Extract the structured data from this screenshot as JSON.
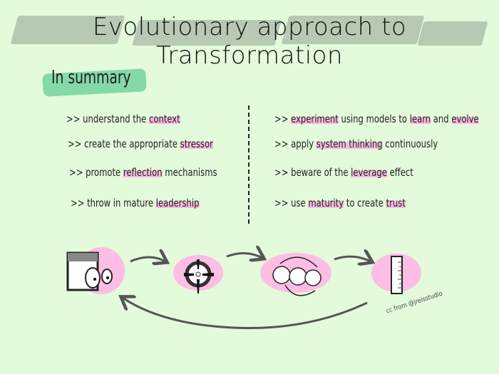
{
  "title": "Evolutionary approach to Transformation",
  "subtitle": "In summary",
  "left_items": [
    [
      {
        "t": ">> understand the ",
        "h": false
      },
      {
        "t": "context",
        "h": true
      }
    ],
    [
      {
        "t": ">> create the appropriate ",
        "h": false
      },
      {
        "t": "stressor",
        "h": true
      }
    ],
    [
      {
        "t": ">> promote ",
        "h": false
      },
      {
        "t": "reflection",
        "h": true
      },
      {
        "t": " mechanisms",
        "h": false
      }
    ],
    [
      {
        "t": ">> throw in mature ",
        "h": false
      },
      {
        "t": "leadership",
        "h": true
      }
    ]
  ],
  "right_items": [
    [
      {
        "t": ">> ",
        "h": false
      },
      {
        "t": "experiment",
        "h": true
      },
      {
        "t": " using models to ",
        "h": false
      },
      {
        "t": "learn",
        "h": true
      },
      {
        "t": " and ",
        "h": false
      },
      {
        "t": "evolve",
        "h": true
      }
    ],
    [
      {
        "t": ">> apply ",
        "h": false
      },
      {
        "t": "system thinking",
        "h": true
      },
      {
        "t": " continuously",
        "h": false
      }
    ],
    [
      {
        "t": ">> beware of the ",
        "h": false
      },
      {
        "t": "leverage",
        "h": true
      },
      {
        "t": " effect",
        "h": false
      }
    ],
    [
      {
        "t": ">> use ",
        "h": false
      },
      {
        "t": "maturity",
        "h": true
      },
      {
        "t": " to create ",
        "h": false
      },
      {
        "t": "trust",
        "h": true
      }
    ]
  ],
  "credit": "cc from @jreisstudio",
  "colors": {
    "background": "#e3fadb",
    "highlight": "#f6b9df",
    "accent": "#6cd19a"
  }
}
